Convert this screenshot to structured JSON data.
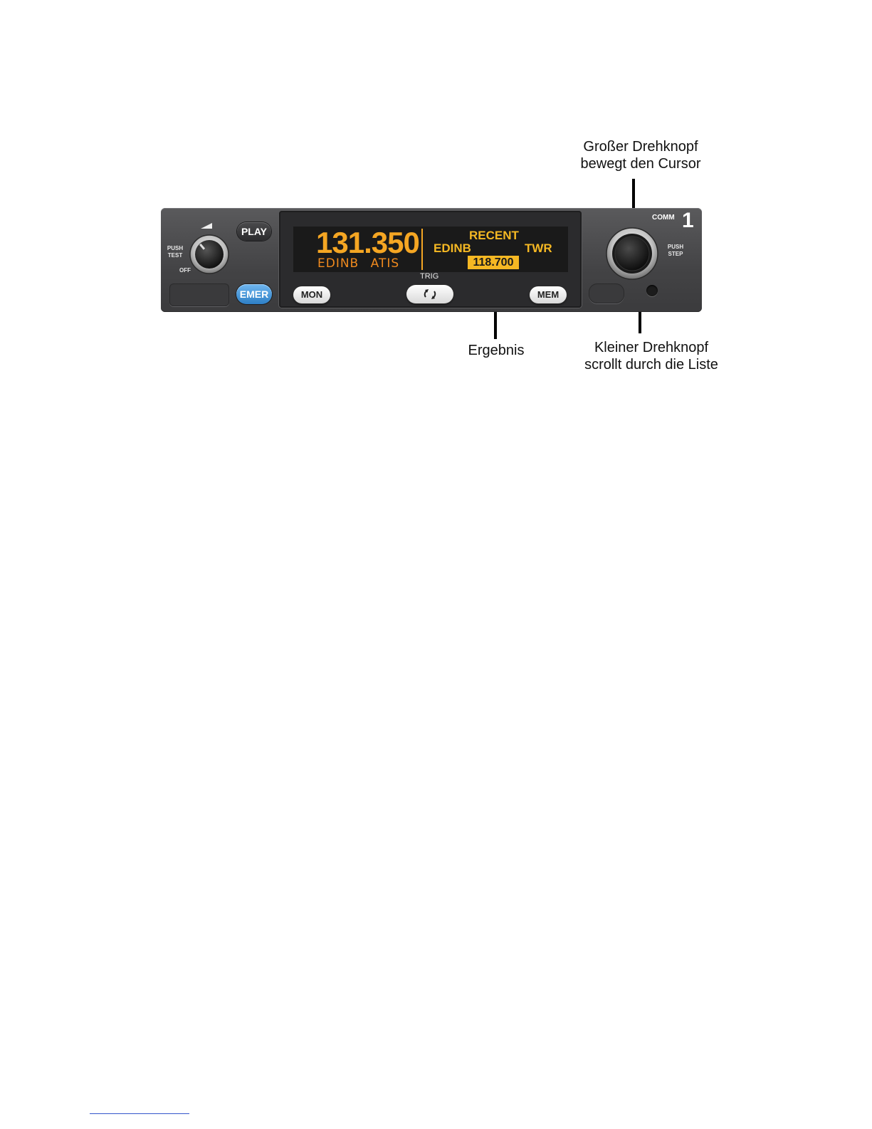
{
  "callouts": {
    "large_knob": "Großer Drehknopf\nbewegt den Cursor",
    "result": "Ergebnis",
    "small_knob": "Kleiner Drehknopf\nscrollt durch die Liste"
  },
  "panel": {
    "left": {
      "knob_label_push_test": "PUSH\nTEST",
      "knob_label_off": "OFF",
      "play_button": "PLAY",
      "emer_button": "EMER"
    },
    "display": {
      "active_frequency": "131.350",
      "active_station": "EDINB ATIS",
      "list_title": "RECENT",
      "list_station": "EDINB",
      "list_type": "TWR",
      "list_selected_frequency": "118.700"
    },
    "bottom_buttons": {
      "mon": "MON",
      "trig_label": "TRIG",
      "mem": "MEM"
    },
    "right": {
      "comm_label": "COMM",
      "comm_number": "1",
      "knob_label_push_step": "PUSH\nSTEP"
    }
  },
  "colors": {
    "display_amber": "#f5a623",
    "display_orange": "#f08a1e",
    "emer_blue": "#3b8fd8",
    "panel_grey": "#4a4a4c"
  }
}
